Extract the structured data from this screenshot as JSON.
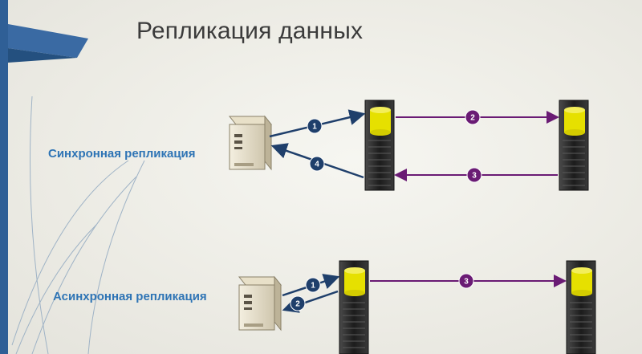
{
  "slide": {
    "title": "Репликация данных",
    "sync_label": "Синхронная репликация",
    "async_label": "Асинхронная репликация"
  },
  "colors": {
    "accent_blue": "#2f5f96",
    "label_blue": "#2e74b5",
    "arrow_navy": "#1f3f6b",
    "arrow_purple": "#6a1b74",
    "disk_yellow": "#e6e000"
  },
  "diagram": {
    "sync_steps": [
      "1",
      "2",
      "3",
      "4"
    ],
    "async_steps": [
      "1",
      "2",
      "3"
    ],
    "icons": [
      "client-server-icon",
      "storage-array-icon"
    ]
  }
}
